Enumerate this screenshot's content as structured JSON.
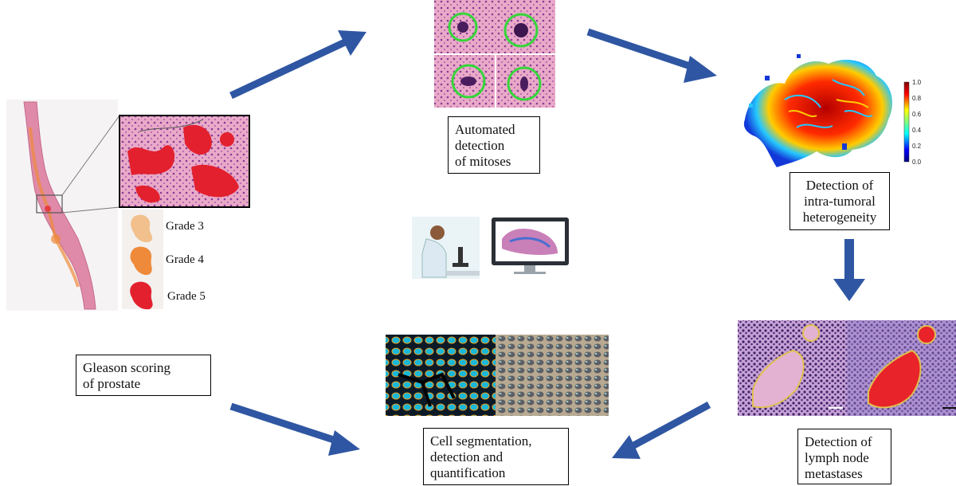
{
  "labels": {
    "mitoses": [
      "Automated",
      "detection",
      "of mitoses"
    ],
    "heterogeneity": [
      "Detection of",
      "intra-tumoral",
      "heterogeneity"
    ],
    "gleason": [
      "Gleason scoring",
      "of prostate"
    ],
    "segmentation": [
      "Cell segmentation,",
      "detection and",
      "quantification"
    ],
    "lymph": [
      "Detection of",
      "lymph node",
      "metastases"
    ]
  },
  "gleason_legend": [
    {
      "label": "Grade 3",
      "color": "#f2c08c"
    },
    {
      "label": "Grade 4",
      "color": "#ee8a3a"
    },
    {
      "label": "Grade 5",
      "color": "#e3202e"
    }
  ],
  "colorbar_ticks": [
    "1.0",
    "0.8",
    "0.6",
    "0.4",
    "0.2",
    "0.0"
  ],
  "colors": {
    "arrow": "#2f56a2",
    "he_pink": "#e8a3c6",
    "he_purple": "#7a3b8f",
    "mitosis_ring": "#35d63a",
    "annotation_red": "#e8232a"
  }
}
